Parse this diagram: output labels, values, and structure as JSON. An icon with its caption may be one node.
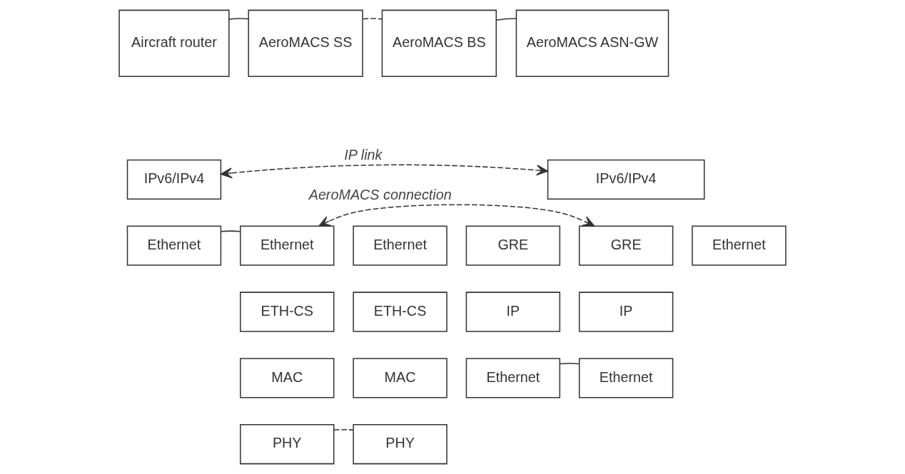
{
  "diagram": {
    "nodes": [
      {
        "text": [
          "Aircraft router"
        ]
      },
      {
        "text": [
          "AeroMACS SS"
        ]
      },
      {
        "text": [
          "AeroMACS BS"
        ]
      },
      {
        "text": [
          "AeroMACS ASN-GW"
        ]
      },
      {
        "text": [
          "IPv6/IPv4"
        ]
      },
      {
        "text": [
          "Ethernet"
        ]
      },
      {
        "text": [
          "Ethernet"
        ]
      },
      {
        "text": [
          "ETH-CS"
        ]
      },
      {
        "text": [
          "MAC"
        ]
      },
      {
        "text": [
          "PHY"
        ]
      },
      {
        "text": [
          "Ethernet"
        ]
      },
      {
        "text": [
          "GRE"
        ]
      },
      {
        "text": [
          "ETH-CS"
        ]
      },
      {
        "text": [
          "IP"
        ]
      },
      {
        "text": [
          "MAC"
        ]
      },
      {
        "text": [
          "Ethernet"
        ]
      },
      {
        "text": [
          "PHY"
        ]
      },
      {
        "text": [
          "IPv6/IPv4"
        ]
      },
      {
        "text": [
          "GRE"
        ]
      },
      {
        "text": [
          "Ethernet"
        ]
      },
      {
        "text": [
          "IP"
        ]
      },
      {
        "text": [
          "Ethernet"
        ]
      }
    ],
    "edges": [
      {
        "from": 0,
        "to": 1,
        "arrow": "none"
      },
      {
        "from": 1,
        "to": 2,
        "arrow": "none",
        "style": "dashed"
      },
      {
        "from": 2,
        "to": 3,
        "arrow": "none"
      },
      {
        "from": 4,
        "to": 17,
        "arrow": "both",
        "style": "dashed",
        "label": "IP link"
      },
      {
        "from": 5,
        "to": 6,
        "arrow": "none"
      },
      {
        "from": 6,
        "to": 18,
        "arrow": "both",
        "style": "dashed",
        "label": "AeroMACS connection"
      },
      {
        "from": 15,
        "to": 21,
        "arrow": "none"
      },
      {
        "from": 9,
        "to": 16,
        "arrow": "none",
        "style": "dashed"
      }
    ]
  }
}
